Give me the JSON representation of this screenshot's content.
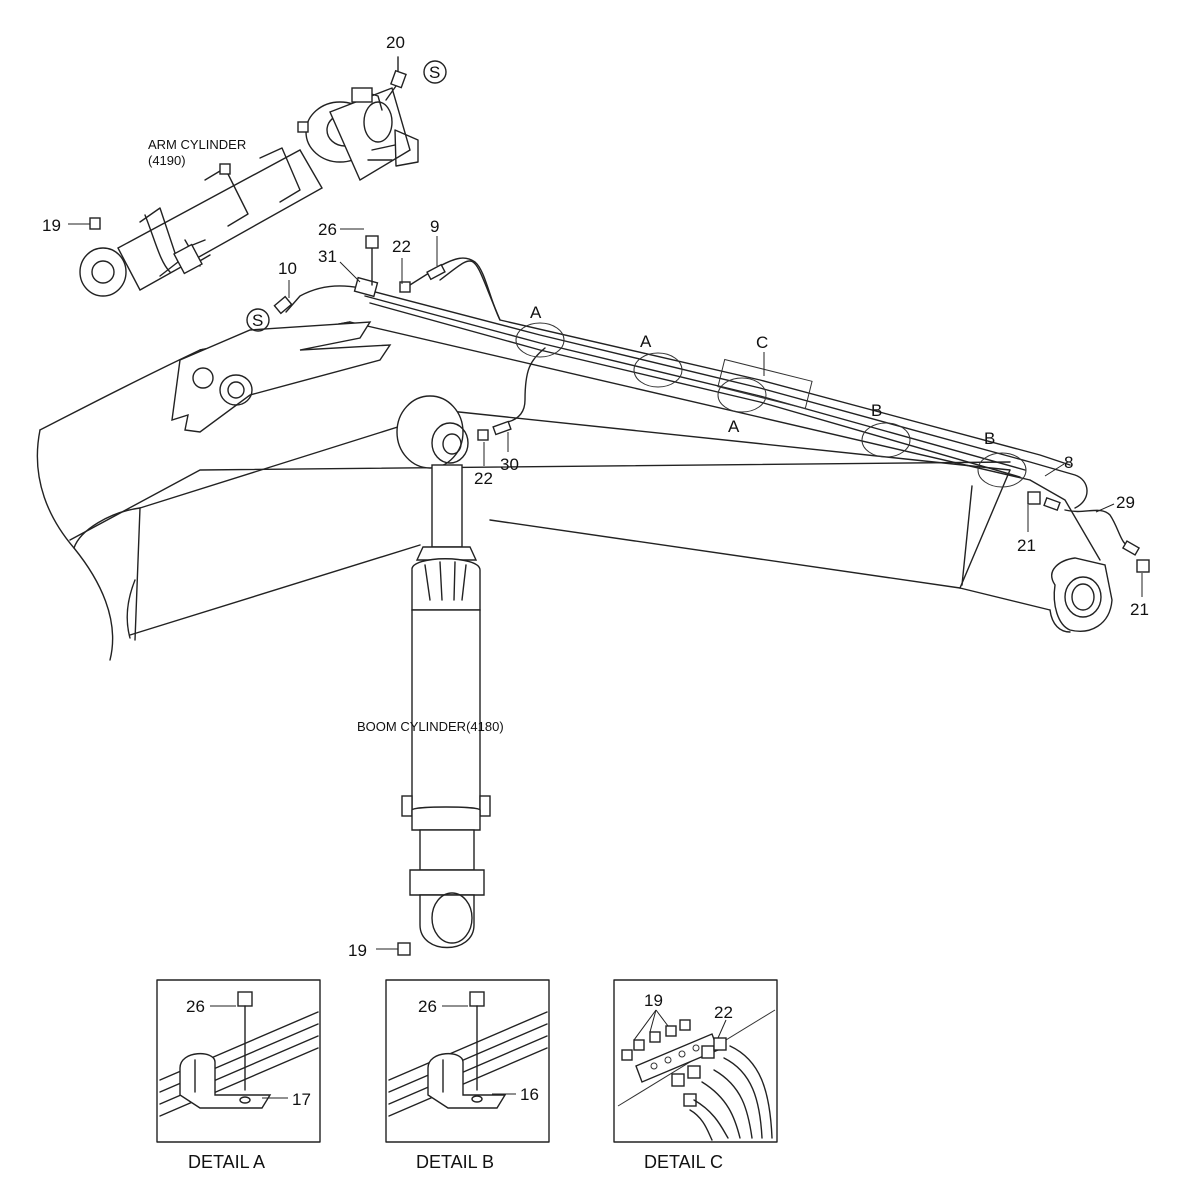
{
  "parts": {
    "p20": "20",
    "p19_arm": "19",
    "p26": "26",
    "p9": "9",
    "p31": "31",
    "p22_top": "22",
    "p10": "10",
    "p22_mid": "22",
    "p30": "30",
    "p8": "8",
    "p29": "29",
    "p21_a": "21",
    "p21_b": "21",
    "p19_boom": "19"
  },
  "markers": {
    "s_top": "S",
    "s_left": "S",
    "a1": "A",
    "a2": "A",
    "a3": "A",
    "b1": "B",
    "b2": "B",
    "c1": "C"
  },
  "components": {
    "arm_cylinder": "ARM CYLINDER",
    "arm_cylinder_code": "(4190)",
    "boom_cylinder": "BOOM CYLINDER(4180)"
  },
  "details": {
    "a": {
      "title": "DETAIL  A",
      "bolt": "26",
      "clamp": "17"
    },
    "b": {
      "title": "DETAIL  B",
      "bolt": "26",
      "clamp": "16"
    },
    "c": {
      "title": "DETAIL  C",
      "fitting_a": "19",
      "fitting_b": "22"
    }
  }
}
